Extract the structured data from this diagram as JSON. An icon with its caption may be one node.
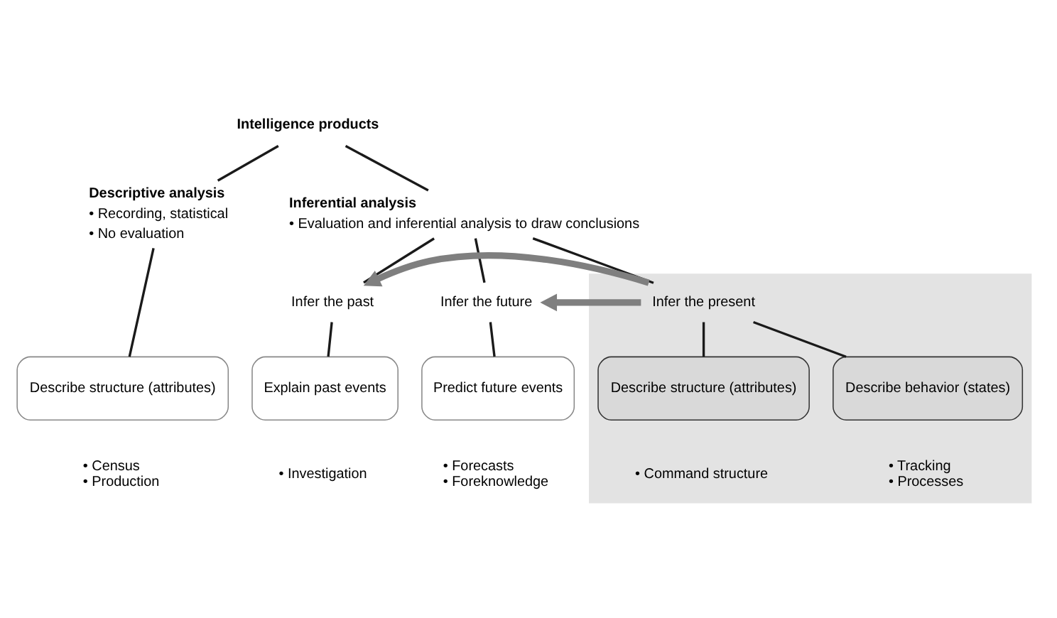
{
  "diagram": {
    "nodes": [
      {
        "text": [
          "Intelligence products"
        ]
      },
      {
        "text": [
          "Descriptive analysis",
          "• Recording, statistical",
          "• No evaluation"
        ]
      },
      {
        "text": [
          "Inferential analysis",
          "• Evaluation and inferential analysis to draw conclusions"
        ]
      },
      {
        "text": [
          "Infer the past"
        ]
      },
      {
        "text": [
          "Infer the present"
        ]
      },
      {
        "text": [
          "Infer the future"
        ]
      },
      {
        "text": [
          "Describe structure (attributes)"
        ],
        "beside": [
          "• Census",
          "• Production"
        ]
      },
      {
        "text": [
          "Explain past events"
        ],
        "beside": [
          "• Investigation"
        ]
      },
      {
        "text": [
          "Describe structure (attributes)"
        ],
        "in": 4,
        "beside": [
          "• Command structure"
        ]
      },
      {
        "text": [
          "Describe behavior (states)"
        ],
        "in": 4,
        "beside": [
          "• Tracking",
          "• Processes"
        ]
      },
      {
        "text": [
          "Predict future events"
        ],
        "beside": [
          "• Forecasts",
          "• Foreknowledge"
        ]
      }
    ],
    "edges": [
      {
        "from": 0,
        "to": 1,
        "arrow": "none"
      },
      {
        "from": 0,
        "to": 2,
        "arrow": "none"
      },
      {
        "from": 2,
        "to": 3,
        "arrow": "none"
      },
      {
        "from": 2,
        "to": 4,
        "arrow": "none"
      },
      {
        "from": 2,
        "to": 5,
        "arrow": "none"
      },
      {
        "from": 1,
        "to": 6,
        "arrow": "none"
      },
      {
        "from": 3,
        "to": 7,
        "arrow": "none"
      },
      {
        "from": 4,
        "to": 8,
        "arrow": "none"
      },
      {
        "from": 4,
        "to": 9,
        "arrow": "none"
      },
      {
        "from": 5,
        "to": 10,
        "arrow": "none"
      },
      {
        "from": 4,
        "to": 3,
        "arrow": "to",
        "style": "thick",
        "color": "#7f7f7f"
      },
      {
        "from": 4,
        "to": 5,
        "arrow": "to",
        "style": "thick",
        "color": "#7f7f7f"
      }
    ]
  }
}
